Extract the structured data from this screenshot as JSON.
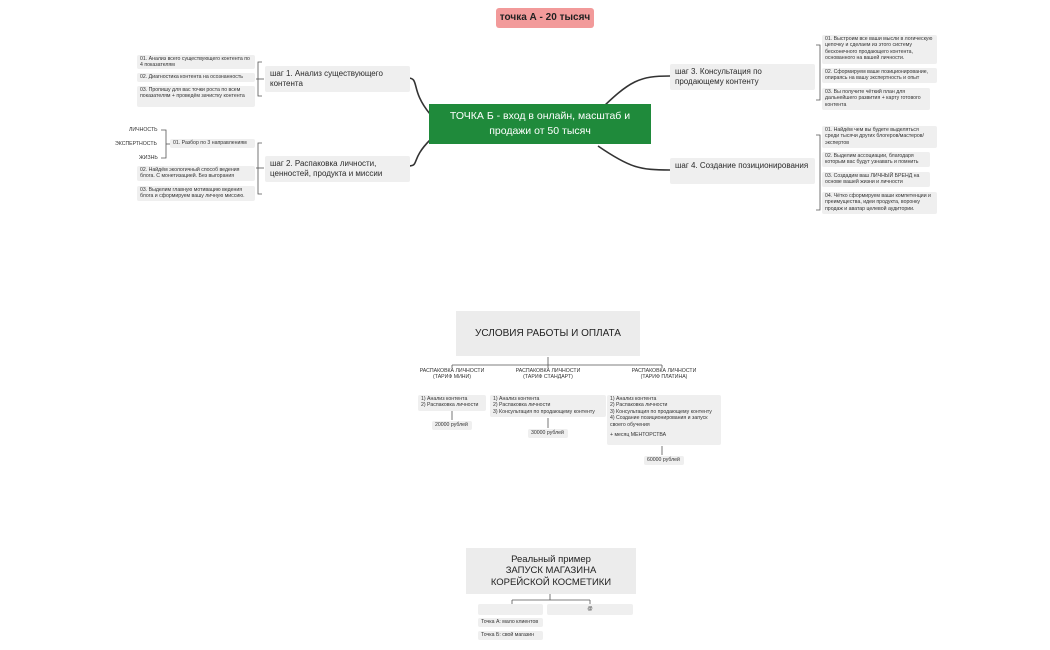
{
  "top_pill": "точка А - 20 тысяч",
  "center_node": "ТОЧКА Б - вход в онлайн, масштаб и продажи от 50 тысяч",
  "steps": {
    "step1": {
      "title": "шаг 1. Анализ существующего контента",
      "items": [
        "01. Анализ всего существующего контента по 4 показателям",
        "02. Диагностика контента на осознанность",
        "03. Пропишу для вас точки роста по всем показателям + проведём зачистку контента"
      ]
    },
    "step2": {
      "title": "шаг 2. Распаковка личности, ценностей, продукта и миссии",
      "items": [
        "01. Разбор по 3 направлениям",
        "02. Найдём экологичный способ ведения блога. С монетизацией. Без выгорания",
        "03. Выделим главную мотивацию ведения блога и сформируем вашу личную миссию."
      ],
      "directions": [
        "ЛИЧНОСТЬ",
        "ЭКСПЕРТНОСТЬ",
        "ЖИЗНЬ"
      ]
    },
    "step3": {
      "title": "шаг 3. Консультация по продающему контенту",
      "items": [
        "01. Выстроим все ваши мысли в логическую цепочку и сделаем из этого систему бесконечного продающего контента, основанного на вашей личности.",
        "02. Сформируем ваше позиционирование, опираясь на вашу экспертность и опыт",
        "03. Вы получите чёткий план для дальнейшего развития + карту готового контента"
      ]
    },
    "step4": {
      "title": "шаг 4. Создание позиционирования",
      "items": [
        "01. Найдём чем вы будете выделяться среди тысячи других блогеров/мастеров/экспертов",
        "02. Выделим ассоциации, благодаря которым вас будут узнавать и помнить",
        "03. Создадим ваш ЛИЧНЫЙ БРЕНД на основе вашей жизни и личности",
        "04. Чётко сформируем ваши компетенции и преимущества, идеи продукта, воронку продаж и аватар целевой аудитории."
      ]
    }
  },
  "conditions": {
    "title": "УСЛОВИЯ РАБОТЫ И ОПЛАТА",
    "tariffs": [
      {
        "name": "РАСПАКОВКА ЛИЧНОСТИ (ТАРИФ МИНИ)",
        "items": [
          "1) Анализ контента",
          "2) Распаковка личности"
        ],
        "extra": "",
        "price": "20000 рублей"
      },
      {
        "name": "РАСПАКОВКА ЛИЧНОСТИ (ТАРИФ СТАНДАРТ)",
        "items": [
          "1) Анализ контента",
          "2) Распаковка личности",
          "3) Консультация по продающему контенту"
        ],
        "extra": "",
        "price": "30000 рублей"
      },
      {
        "name": "РАСПАКОВКА ЛИЧНОСТИ (ТАРИФ ПЛАТИНА)",
        "items": [
          "1) Анализ контента",
          "2) Распаковка личности",
          "3) Консультация по продающему контенту",
          "4) Создание позиционирования и запуск своего обучения"
        ],
        "extra": "+ месяц МЕНТОРСТВА",
        "price": "60000 рублей"
      }
    ]
  },
  "example": {
    "title_line1": "Реальный пример",
    "title_line2": "ЗАПУСК МАГАЗИНА",
    "title_line3": "КОРЕЙСКОЙ КОСМЕТИКИ",
    "right_label": "@",
    "point_a": "Точка А: мало клиентов",
    "point_b": "Точка Б: свой магазин"
  }
}
